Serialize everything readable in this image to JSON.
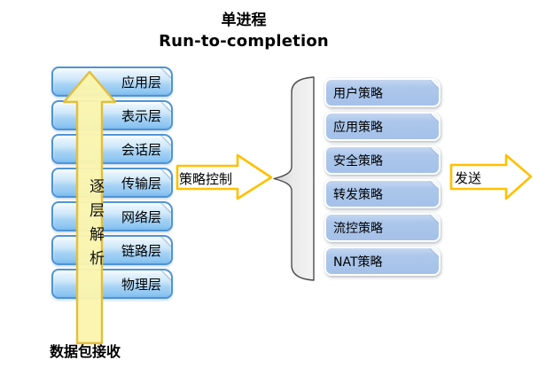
{
  "title": {
    "line1": "单进程",
    "line2": "Run-to-completion"
  },
  "stack": {
    "layers": [
      "应用层",
      "表示层",
      "会话层",
      "传输层",
      "网络层",
      "链路层",
      "物理层"
    ],
    "arrow_label": "逐层解析",
    "bottom_label": "数据包接收"
  },
  "flow": {
    "control_label": "策略控制",
    "policies": [
      "用户策略",
      "应用策略",
      "安全策略",
      "转发策略",
      "流控策略",
      "NAT策略"
    ],
    "send_label": "发送"
  },
  "colors": {
    "layer_border_blue": "#4E94D8",
    "layer_fill_blue": "#A6D2F4",
    "policy_fill_periwinkle": "#ACC7EB",
    "up_arrow_fill": "#FBF5AE",
    "up_arrow_border": "#E3BE3C",
    "flow_arrow_border": "#FFC000",
    "brace_fill": "#E8E8E8",
    "brace_outline": "#4D4D4D",
    "text": "#000000",
    "background": "#FFFFFF"
  }
}
